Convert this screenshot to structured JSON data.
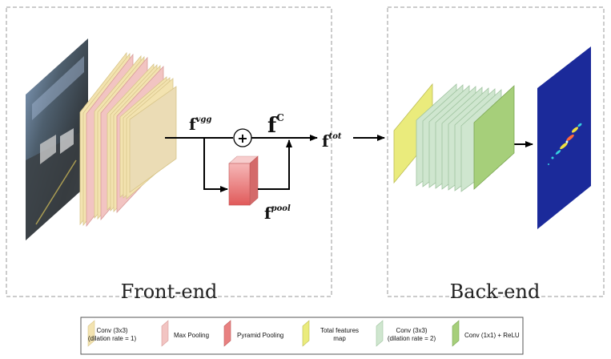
{
  "panels": {
    "front_end": "Front-end",
    "back_end": "Back-end"
  },
  "labels": {
    "f_vgg": {
      "base": "f",
      "sup": "vgg"
    },
    "f_c": {
      "base": "f",
      "sup": "C"
    },
    "f_pool": {
      "base": "f",
      "sup": "pool"
    },
    "f_tot": {
      "base": "f",
      "sup": "tot"
    },
    "plus": "+"
  },
  "legend": [
    {
      "line1": "Conv (3x3)",
      "line2": "(dilation rate = 1)",
      "color": "#f3e3b0"
    },
    {
      "line1": "Max Pooling",
      "line2": "",
      "color": "#f2c4c2"
    },
    {
      "line1": "Pyramid Pooling",
      "line2": "",
      "color": "#e88080"
    },
    {
      "line1": "Total features",
      "line2": "map",
      "color": "#eaeb7c"
    },
    {
      "line1": "Conv (3x3)",
      "line2": "(dilation rate = 2)",
      "color": "#cfe6cf"
    },
    {
      "line1": "Conv (1x1) + ReLU",
      "line2": "",
      "color": "#a6cf7a"
    }
  ],
  "colors": {
    "conv_d1": "#f3e3b0",
    "max_pool": "#f2c4c2",
    "pyramid_pool": "#e88080",
    "total_features": "#eaeb7c",
    "conv_d2": "#cfe6cf",
    "conv_1x1": "#a6cf7a",
    "density_map": "#1b2a9a"
  }
}
